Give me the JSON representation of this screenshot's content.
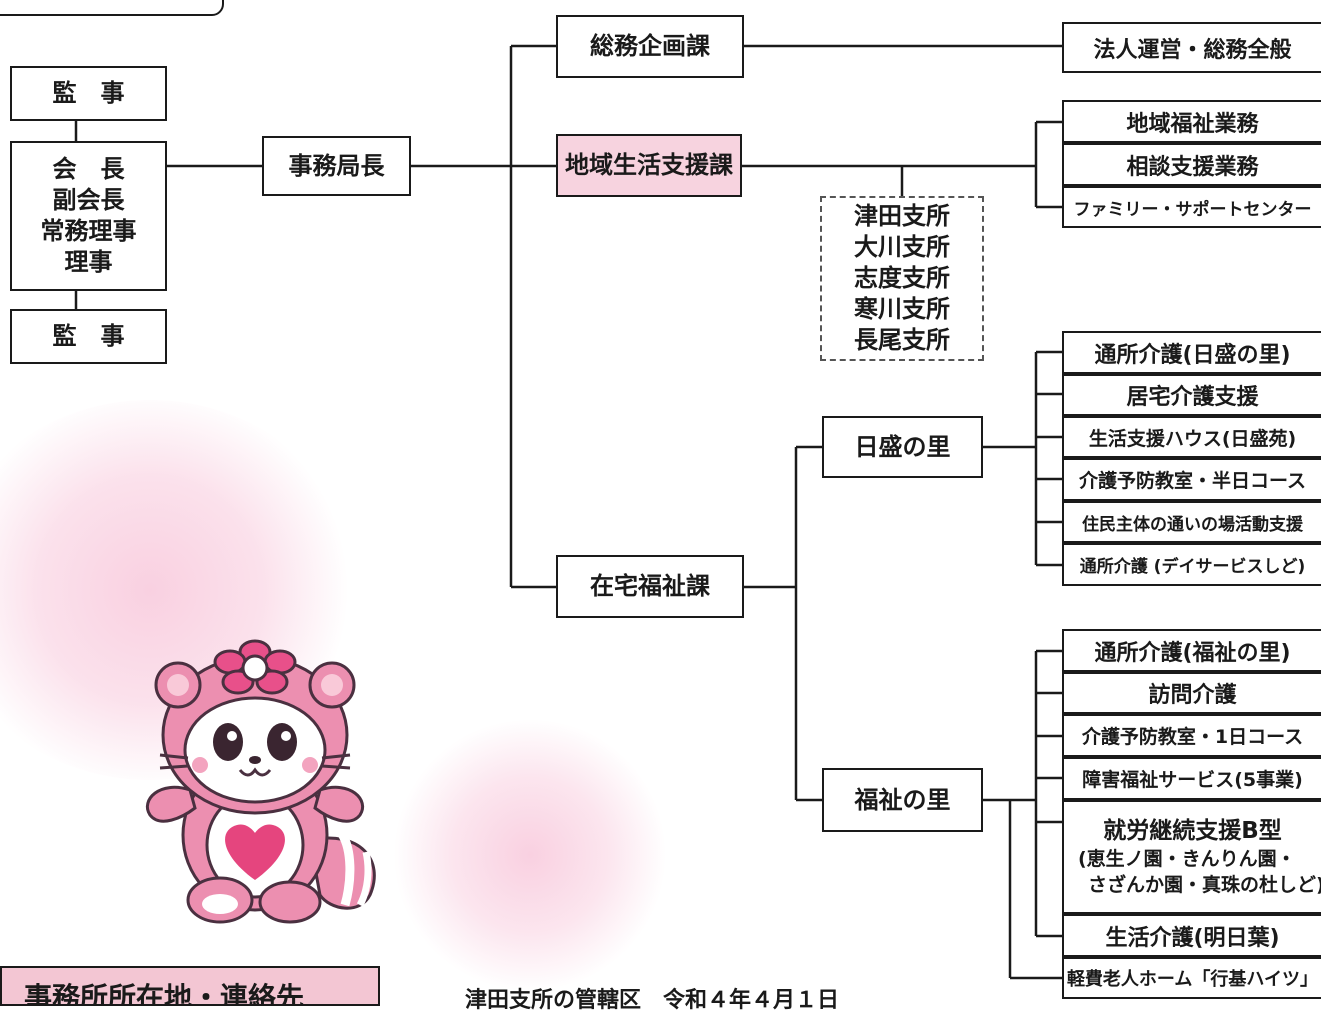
{
  "left_column": {
    "auditor_top": "監　事",
    "board": [
      "会　長",
      "副会長",
      "常務理事",
      "理事"
    ],
    "auditor_bottom": "監　事"
  },
  "secretary_general": "事務局長",
  "departments": {
    "general_planning": "総務企画課",
    "community_support": "地域生活支援課",
    "home_welfare": "在宅福祉課"
  },
  "branches": [
    "津田支所",
    "大川支所",
    "志度支所",
    "寒川支所",
    "長尾支所"
  ],
  "facilities": {
    "hisakari": "日盛の里",
    "fukushi": "福祉の里"
  },
  "services": {
    "general_planning": [
      "法人運営・総務全般"
    ],
    "community_support": [
      "地域福祉業務",
      "相談支援業務",
      "ファミリー・サポートセンター"
    ],
    "hisakari": [
      "通所介護(日盛の里)",
      "居宅介護支援",
      "生活支援ハウス(日盛苑)",
      "介護予防教室・半日コース",
      "住民主体の通いの場活動支援",
      "通所介護 (デイサービスしど)"
    ],
    "fukushi": [
      "通所介護(福祉の里)",
      "訪問介護",
      "介護予防教室・1日コース",
      "障害福祉サービス(5事業)",
      "生活介護(明日葉)",
      "軽費老人ホーム「行基ハイツ」"
    ],
    "employment_support": {
      "title": "就労継続支援B型",
      "line1": "(恵生ノ園・きんりん園・",
      "line2": "さざんか園・真珠の杜しど)"
    }
  },
  "footer": {
    "tab_label": "事務所所在地・連絡先",
    "note": "津田支所の管轄区　令和４年４月１日"
  }
}
